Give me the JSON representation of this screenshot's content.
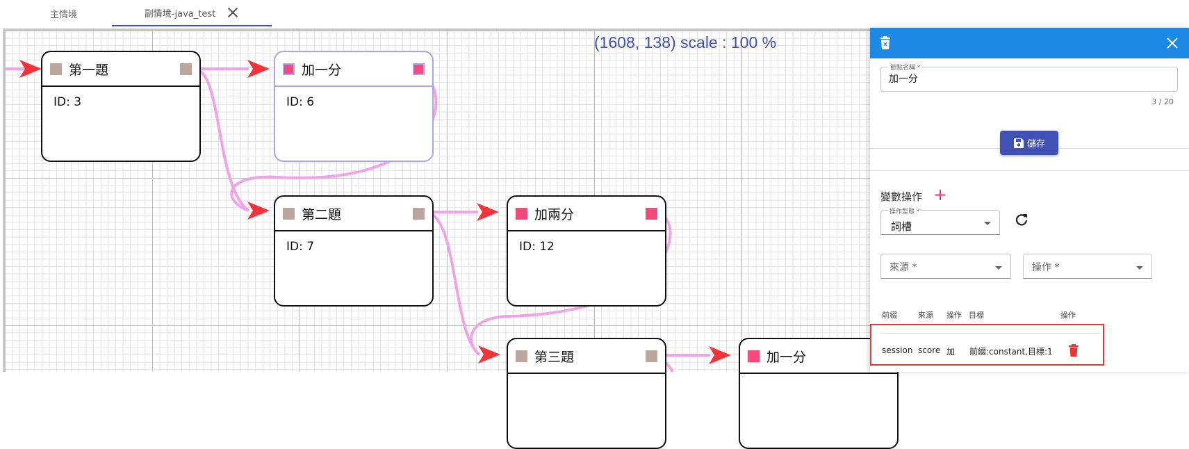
{
  "tabs": [
    {
      "label": "主情境",
      "active": false
    },
    {
      "label": "副情境-java_test",
      "active": true
    }
  ],
  "canvas": {
    "status": "(1608, 138) scale : 100 %",
    "nodes": [
      {
        "title": "第一題",
        "id_text": "ID: 3",
        "selected": false
      },
      {
        "title": "加一分",
        "id_text": "ID: 6",
        "selected": true
      },
      {
        "title": "第二題",
        "id_text": "ID: 7",
        "selected": false
      },
      {
        "title": "加兩分",
        "id_text": "ID: 12",
        "selected": false
      },
      {
        "title": "第三題",
        "id_text": "",
        "selected": false
      },
      {
        "title": "加一分",
        "id_text": "",
        "selected": false
      }
    ],
    "colors": {
      "edge": "#f0a3e6",
      "arrow": "#f1333a",
      "port_default": "#bca79f",
      "port_active": "#f54b7c",
      "selected_border": "#a7a4f0"
    }
  },
  "panel": {
    "header_color": "#1e88e5",
    "name_field": {
      "label": "節點名稱 *",
      "value": "加一分",
      "counter": "3 / 20"
    },
    "save_label": "儲存",
    "var_title": "變數操作",
    "add_symbol": "+",
    "type_select": {
      "label": "操作型態 *",
      "value": "詞槽"
    },
    "source_select": {
      "placeholder": "來源 *"
    },
    "operation_select": {
      "placeholder": "操作 *"
    },
    "table": {
      "headers": [
        "前綴",
        "來源",
        "操作",
        "目標",
        "操作"
      ],
      "row": {
        "prefix": "session",
        "source": "score",
        "operation": "加",
        "target": "前綴:constant,目標:1"
      }
    }
  }
}
